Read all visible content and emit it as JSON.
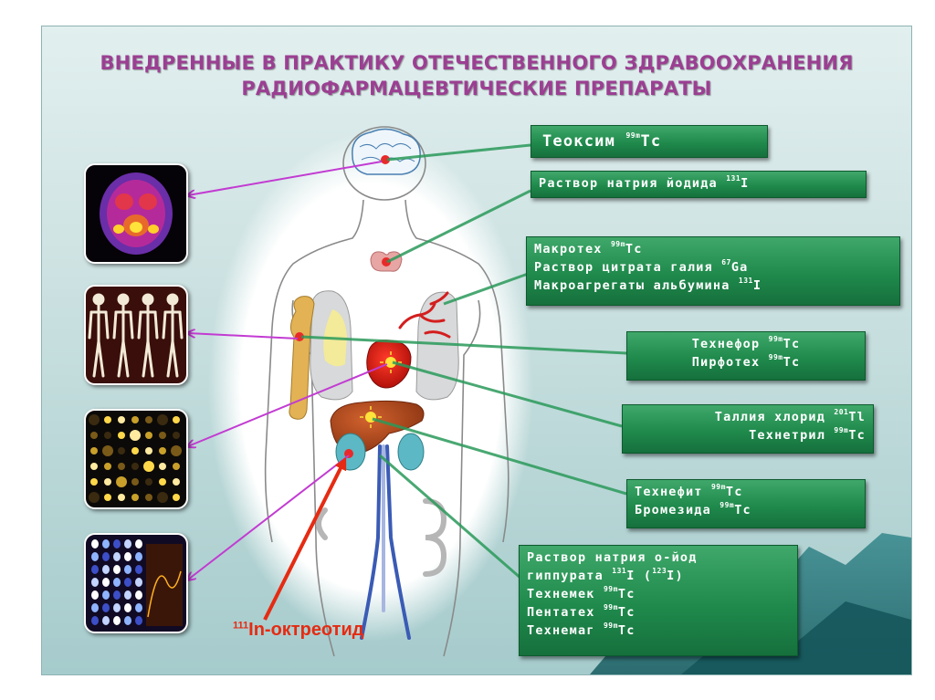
{
  "slide": {
    "title_line1": "ВНЕДРЕННЫЕ В ПРАКТИКУ ОТЕЧЕСТВЕННОГО ЗДРАВООХРАНЕНИЯ",
    "title_line2": "РАДИОФАРМАЦЕВТИЧЕСКИЕ ПРЕПАРАТЫ"
  },
  "labels": {
    "teoksim": {
      "name": "Теоксим",
      "isotope": "99m",
      "element": "Tc"
    },
    "iodide": {
      "name": "Раствор натрия йодида",
      "isotope": "131",
      "element": "I"
    },
    "lungs": [
      {
        "name": "Макротех",
        "isotope": "99m",
        "element": "Tc"
      },
      {
        "name": "Раствор цитрата галия",
        "isotope": "67",
        "element": "Ga"
      },
      {
        "name": "Макроагрегаты альбумина",
        "isotope": "131",
        "element": "I"
      }
    ],
    "bone": [
      {
        "name": "Технефор",
        "isotope": "99m",
        "element": "Tc"
      },
      {
        "name": "Пирфотех",
        "isotope": "99m",
        "element": "Tc"
      }
    ],
    "heart": [
      {
        "name": "Таллия хлорид",
        "isotope": "201",
        "element": "Tl"
      },
      {
        "name": "Технетрил",
        "isotope": "99m",
        "element": "Tc"
      }
    ],
    "liver": [
      {
        "name": "Технефит",
        "isotope": "99m",
        "element": "Tc"
      },
      {
        "name": "Бромезида",
        "isotope": "99m",
        "element": "Tc"
      }
    ],
    "kidney": {
      "line1": "Раствор натрия о-йод",
      "line2_prefix": "гиппурата",
      "line2_isotope": "131",
      "line2_element": "I",
      "line2_alt_isotope": "123",
      "line2_alt_element": "I",
      "items": [
        {
          "name": "Технемек",
          "isotope": "99m",
          "element": "Tc"
        },
        {
          "name": "Пентатех",
          "isotope": "99m",
          "element": "Tc"
        },
        {
          "name": "Технемаг",
          "isotope": "99m",
          "element": "Tc"
        }
      ]
    }
  },
  "octreotide": {
    "isotope": "111",
    "text": "In-октреотид"
  },
  "colors": {
    "title": "#9b3f92",
    "label_box": "#1f8a4c",
    "pointer_green": "#2a9a5a",
    "pointer_magenta": "#c23bd2",
    "octreotide_arrow": "#e52b12",
    "halo": "#ffffff"
  },
  "scans": [
    {
      "icon": "brain-scan-image"
    },
    {
      "icon": "whole-body-bone-scan-image"
    },
    {
      "icon": "myocardial-perfusion-scan-image"
    },
    {
      "icon": "renal-scan-image"
    }
  ]
}
